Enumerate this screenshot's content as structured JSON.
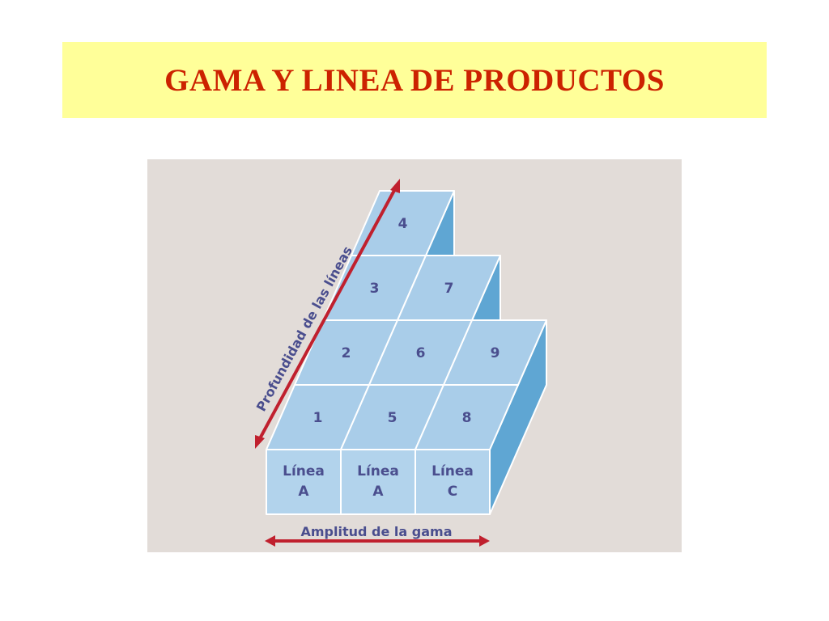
{
  "title": "GAMA Y LINEA DE PRODUCTOS",
  "diagram": {
    "depth_label": "Profundidad de las líneas",
    "width_label": "Amplitud de la gama",
    "cells": [
      "1",
      "2",
      "3",
      "4",
      "5",
      "6",
      "7",
      "8",
      "9"
    ],
    "front_labels": [
      {
        "line1": "Línea",
        "line2": "A"
      },
      {
        "line1": "Línea",
        "line2": "A"
      },
      {
        "line1": "Línea",
        "line2": "C"
      }
    ],
    "colors": {
      "top_face": "#a9cde9",
      "side_face": "#5fa6d3",
      "front_face": "#b2d3ec",
      "arrow": "#c0202e",
      "text": "#4a4e8e",
      "edge": "#ffffff"
    }
  }
}
